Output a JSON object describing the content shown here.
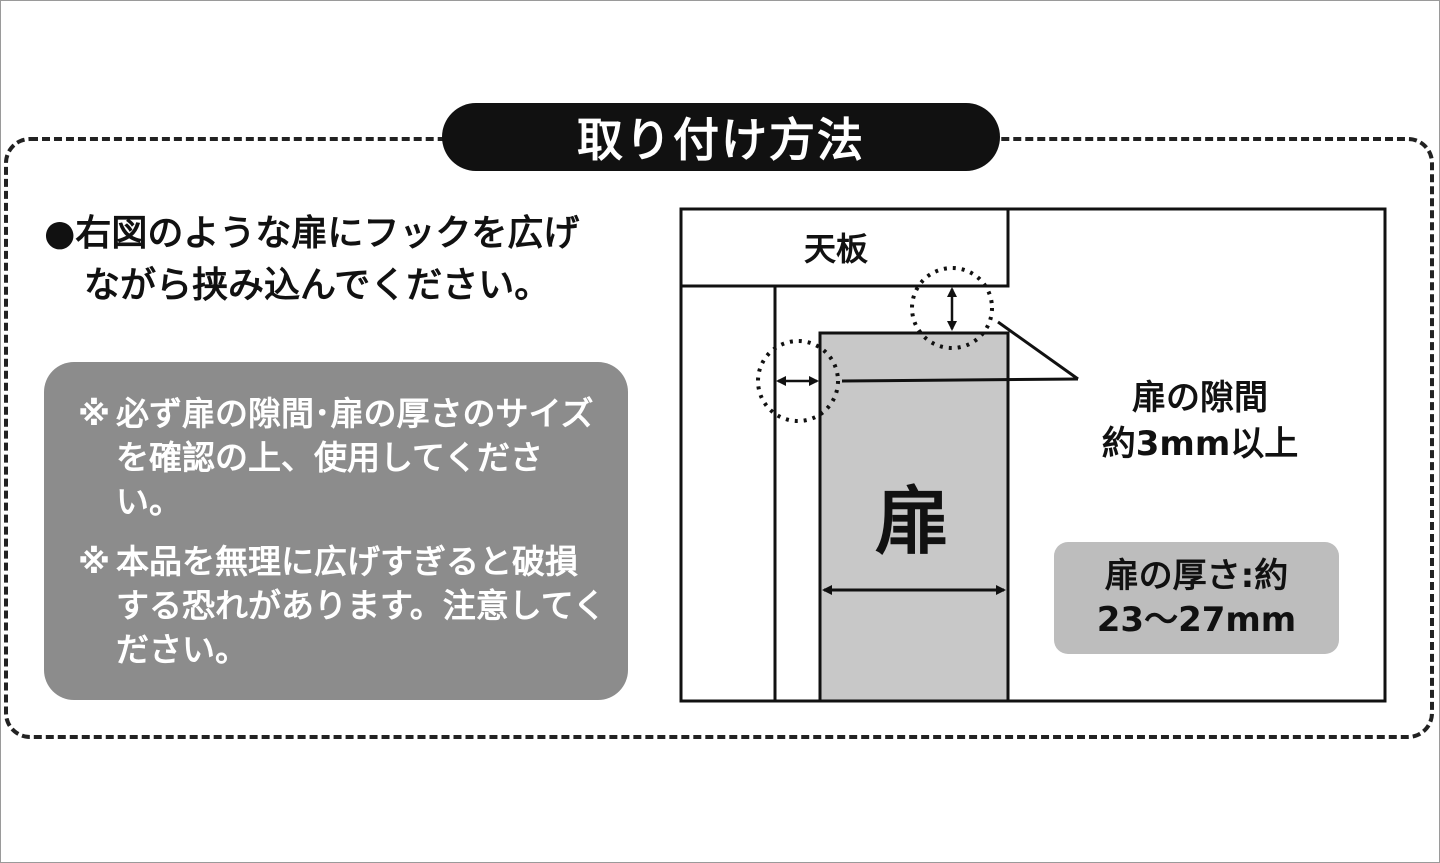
{
  "title": "取り付け方法",
  "instruction": {
    "bullet": "●",
    "line1": "右図のような扉にフックを広げ",
    "line2": "ながら挟み込んでください。"
  },
  "notes": [
    {
      "mark": "※",
      "text": "必ず扉の隙間･扉の厚さのサイズを確認の上、使用してください。"
    },
    {
      "mark": "※",
      "text": "本品を無理に広げすぎると破損する恐れがあります。注意してください。"
    }
  ],
  "diagram": {
    "top_board_label": "天板",
    "door_label": "扉",
    "gap_label_line1": "扉の隙間",
    "gap_label_line2": "約3mm以上",
    "thickness_label_line1": "扉の厚さ:約",
    "thickness_label_line2": "23〜27mm"
  },
  "colors": {
    "dark": "#111111",
    "note_background": "#8c8c8c",
    "door_fill": "#c8c8c8",
    "thickness_label_background": "#bdbdbd"
  }
}
